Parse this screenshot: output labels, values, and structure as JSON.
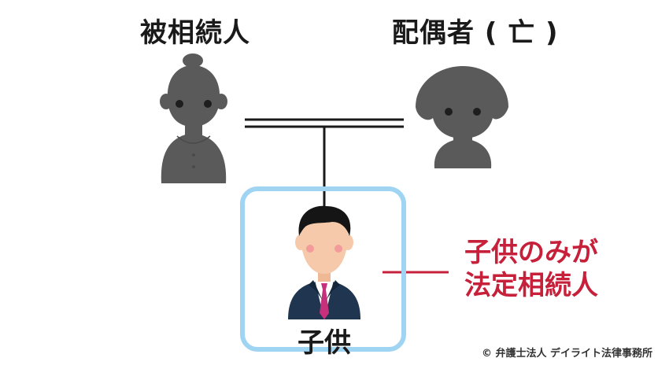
{
  "diagram": {
    "deceased_label": "被相続人",
    "spouse_label": "配偶者 ( 亡 )",
    "child_label": "子供",
    "note_line1": "子供のみが",
    "note_line2": "法定相続人",
    "copyright": "© 弁護士法人 デイライト法律事務所",
    "colors": {
      "silhouette": "#5a5a5a",
      "frame": "#9fd4f3",
      "note": "#c6203a",
      "suit": "#1f3550",
      "tie": "#c7317c",
      "skin": "#f6c9aa",
      "hair": "#151515"
    },
    "icons": {
      "deceased": "person-silhouette-icon",
      "spouse": "person-silhouette-icon",
      "child": "businessman-icon"
    }
  }
}
